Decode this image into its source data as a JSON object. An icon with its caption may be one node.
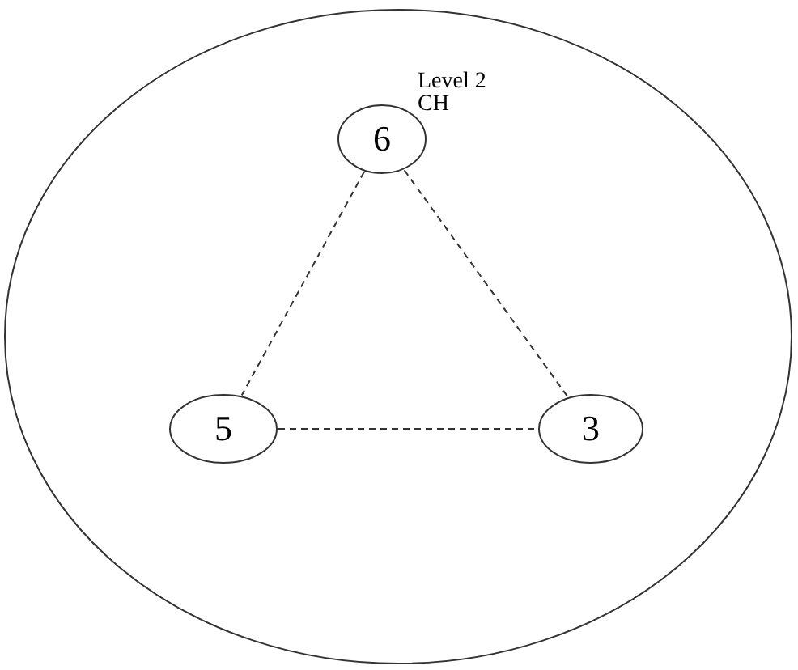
{
  "diagram": {
    "nodes": [
      {
        "text": [],
        "shape": "circle"
      },
      {
        "text": [
          "6"
        ],
        "in": 0,
        "beside": [
          "Level 2 CH"
        ]
      },
      {
        "text": [
          "5"
        ],
        "in": 0
      },
      {
        "text": [
          "3"
        ],
        "in": 0
      }
    ],
    "edges": [
      {
        "from": 1,
        "to": 2,
        "arrow": "none",
        "style": "dashed"
      },
      {
        "from": 1,
        "to": 3,
        "arrow": "none",
        "style": "dashed"
      },
      {
        "from": 2,
        "to": 3,
        "arrow": "none",
        "style": "dashed"
      }
    ]
  }
}
